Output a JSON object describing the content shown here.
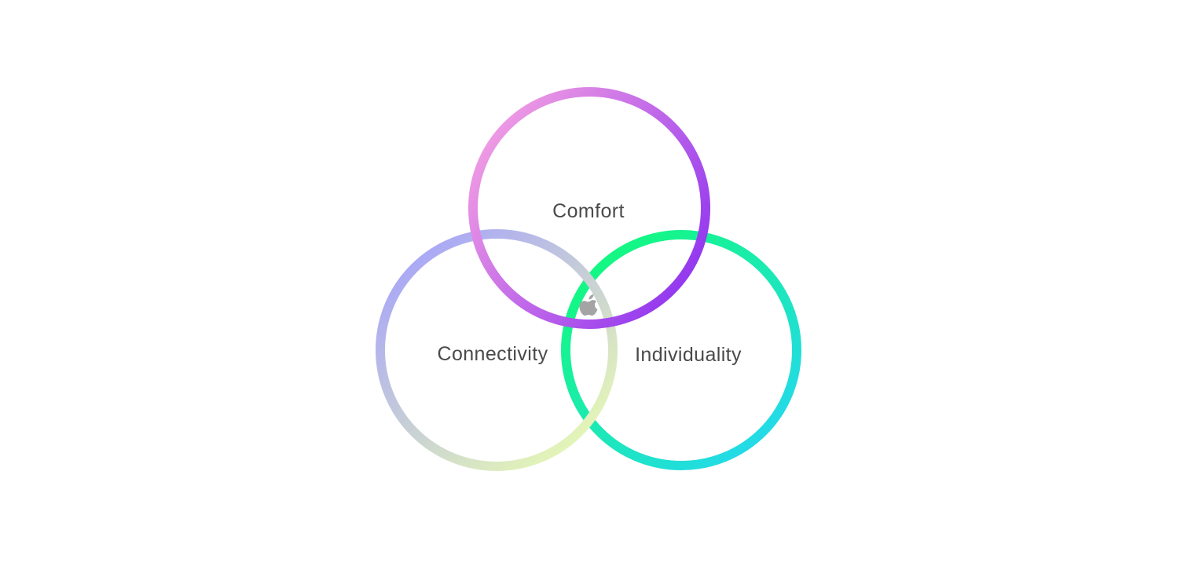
{
  "diagram": {
    "type": "venn",
    "sets": [
      {
        "id": "comfort",
        "label": "Comfort",
        "gradient": [
          "#f7a3e2",
          "#8a2ff0"
        ]
      },
      {
        "id": "connectivity",
        "label": "Connectivity",
        "gradient": [
          "#a9a7f7",
          "#e8fbb2"
        ]
      },
      {
        "id": "individuality",
        "label": "Individuality",
        "gradient": [
          "#13f97e",
          "#25d6f5"
        ]
      }
    ],
    "center_icon": "apple-logo-icon",
    "center_icon_color": "#a4a4a4"
  }
}
